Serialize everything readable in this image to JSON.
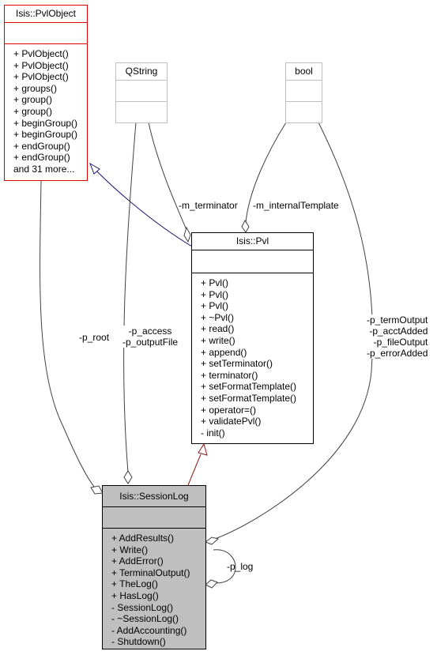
{
  "classes": {
    "pvlobject": {
      "name": "Isis::PvlObject",
      "methods": [
        "+ PvlObject()",
        "+ PvlObject()",
        "+ PvlObject()",
        "+ groups()",
        "+ group()",
        "+ group()",
        "+ beginGroup()",
        "+ beginGroup()",
        "+ endGroup()",
        "+ endGroup()",
        "and 31 more..."
      ],
      "border_color": "#e00000"
    },
    "qstring": {
      "name": "QString",
      "border_color": "#bfbfbf"
    },
    "bool": {
      "name": "bool",
      "border_color": "#bfbfbf"
    },
    "pvl": {
      "name": "Isis::Pvl",
      "methods": [
        "+ Pvl()",
        "+ Pvl()",
        "+ Pvl()",
        "+ ~Pvl()",
        "+ read()",
        "+ write()",
        "+ append()",
        "+ setTerminator()",
        "+ terminator()",
        "+ setFormatTemplate()",
        "+ setFormatTemplate()",
        "+ operator=()",
        "+ validatePvl()",
        "- init()"
      ],
      "border_color": "#000000"
    },
    "sessionlog": {
      "name": "Isis::SessionLog",
      "methods": [
        "+ AddResults()",
        "+ Write()",
        "+ AddError()",
        "+ TerminalOutput()",
        "+ TheLog()",
        "+ HasLog()",
        "- SessionLog()",
        "- ~SessionLog()",
        "- AddAccounting()",
        "- Shutdown()"
      ],
      "fill": "#bfbfbf",
      "border_color": "#000000"
    }
  },
  "edges": {
    "m_terminator": "-m_terminator",
    "m_internalTemplate": "-m_internalTemplate",
    "p_root": "-p_root",
    "p_access_outputfile": [
      "-p_access",
      "-p_outputFile"
    ],
    "bool_members": [
      "-p_termOutput",
      "-p_acctAdded",
      "-p_fileOutput",
      "-p_errorAdded"
    ],
    "p_log": "-p_log"
  },
  "colors": {
    "inheritance_pvl_pvlobject": "#191970",
    "inheritance_sessionlog_pvl": "#8b1a1a",
    "association": "#404040"
  }
}
